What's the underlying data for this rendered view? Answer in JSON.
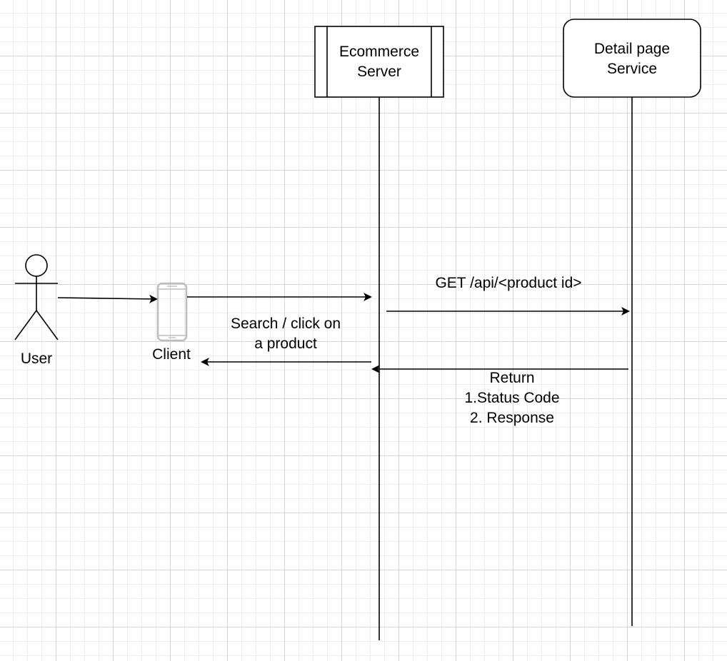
{
  "participants": {
    "user": "User",
    "client": "Client",
    "ecommerce_server": "Ecommerce\nServer",
    "detail_service": "Detail page\nService"
  },
  "messages": {
    "get_request": "GET /api/<product id>",
    "search_click_line1": "Search / click on",
    "search_click_line2": "a product",
    "return_line1": "Return",
    "return_line2": "1.Status Code",
    "return_line3": "2. Response"
  },
  "colors": {
    "line": "#000000",
    "device": "#bdbdbd",
    "grid_major": "#d6d6d6",
    "grid_minor": "#ededed"
  }
}
